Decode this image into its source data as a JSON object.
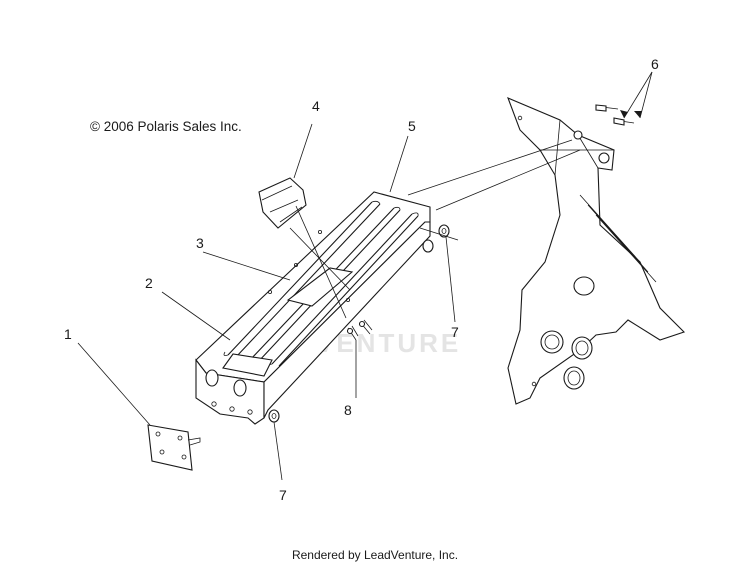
{
  "copyright": "© 2006 Polaris Sales Inc.",
  "footer": "Rendered by LeadVenture, Inc.",
  "watermark": "VENTURE",
  "callouts": [
    "1",
    "2",
    "3",
    "4",
    "5",
    "6",
    "7",
    "7",
    "8"
  ],
  "parts": [
    "bracket",
    "skid-plate-tunnel",
    "decal-3",
    "tape-pad",
    "tunnel-guard",
    "mounting-bolts",
    "push-nuts",
    "rivets",
    "frame-section"
  ]
}
